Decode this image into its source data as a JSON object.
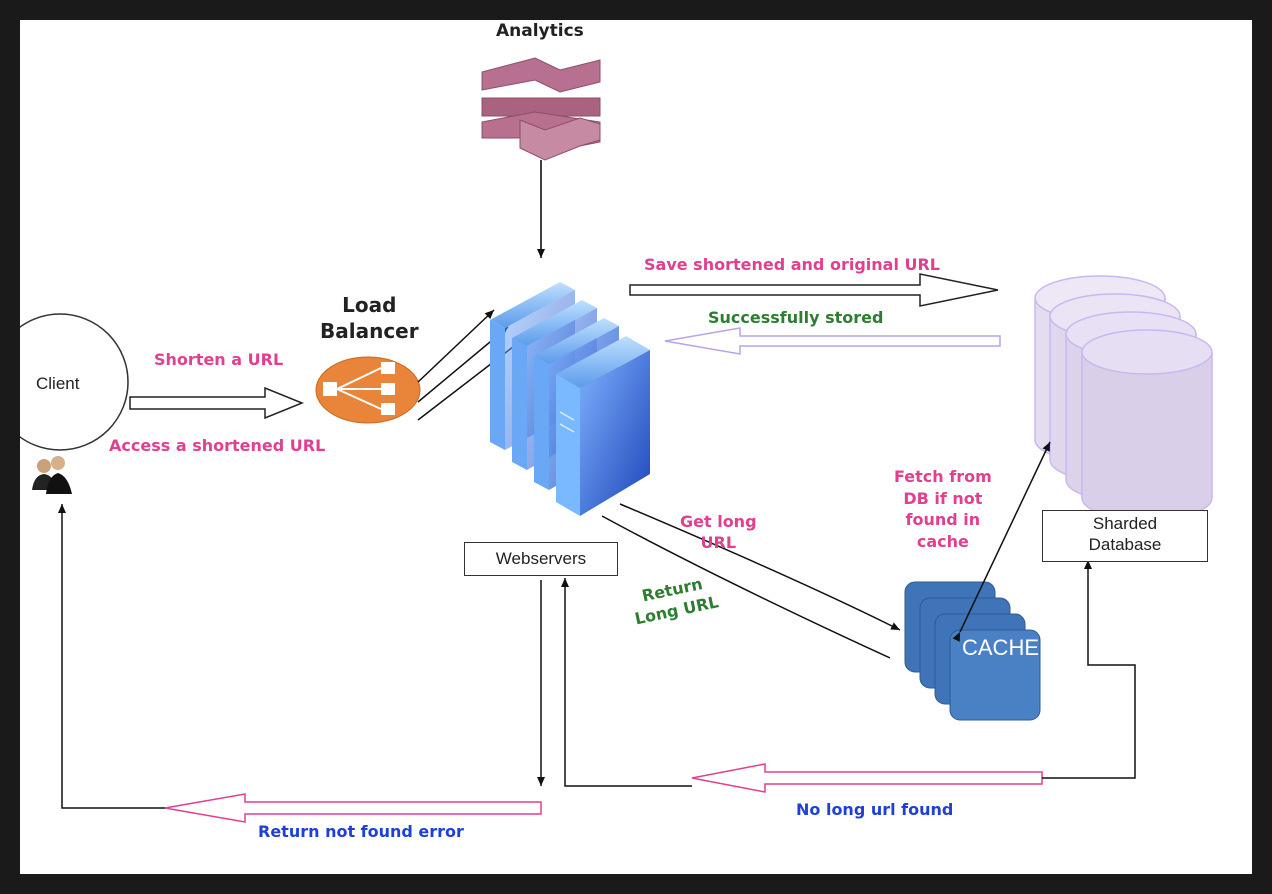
{
  "labels": {
    "analytics": "Analytics",
    "load_balancer": "Load\nBalancer",
    "client": "Client",
    "shorten": "Shorten a URL",
    "access": "Access a shortened URL",
    "save": "Save shortened and original URL",
    "stored": "Successfully stored",
    "webservers": "Webservers",
    "get_long": "Get long\nURL",
    "return_long": "Return\nLong URL",
    "fetch": "Fetch from\nDB if not\nfound in\ncache",
    "sharded": "Sharded\nDatabase",
    "cache": "CACHE",
    "no_long": "No long url found",
    "not_found": "Return not found error"
  },
  "colors": {
    "pink": "#e0408e",
    "green": "#2e7d32",
    "blue": "#1f3fd6",
    "analytics": "#b7708f",
    "server": "#2f6fd6",
    "balancer": "#e8853a",
    "cache": "#3f74b8",
    "database": "#d9cfe8"
  }
}
